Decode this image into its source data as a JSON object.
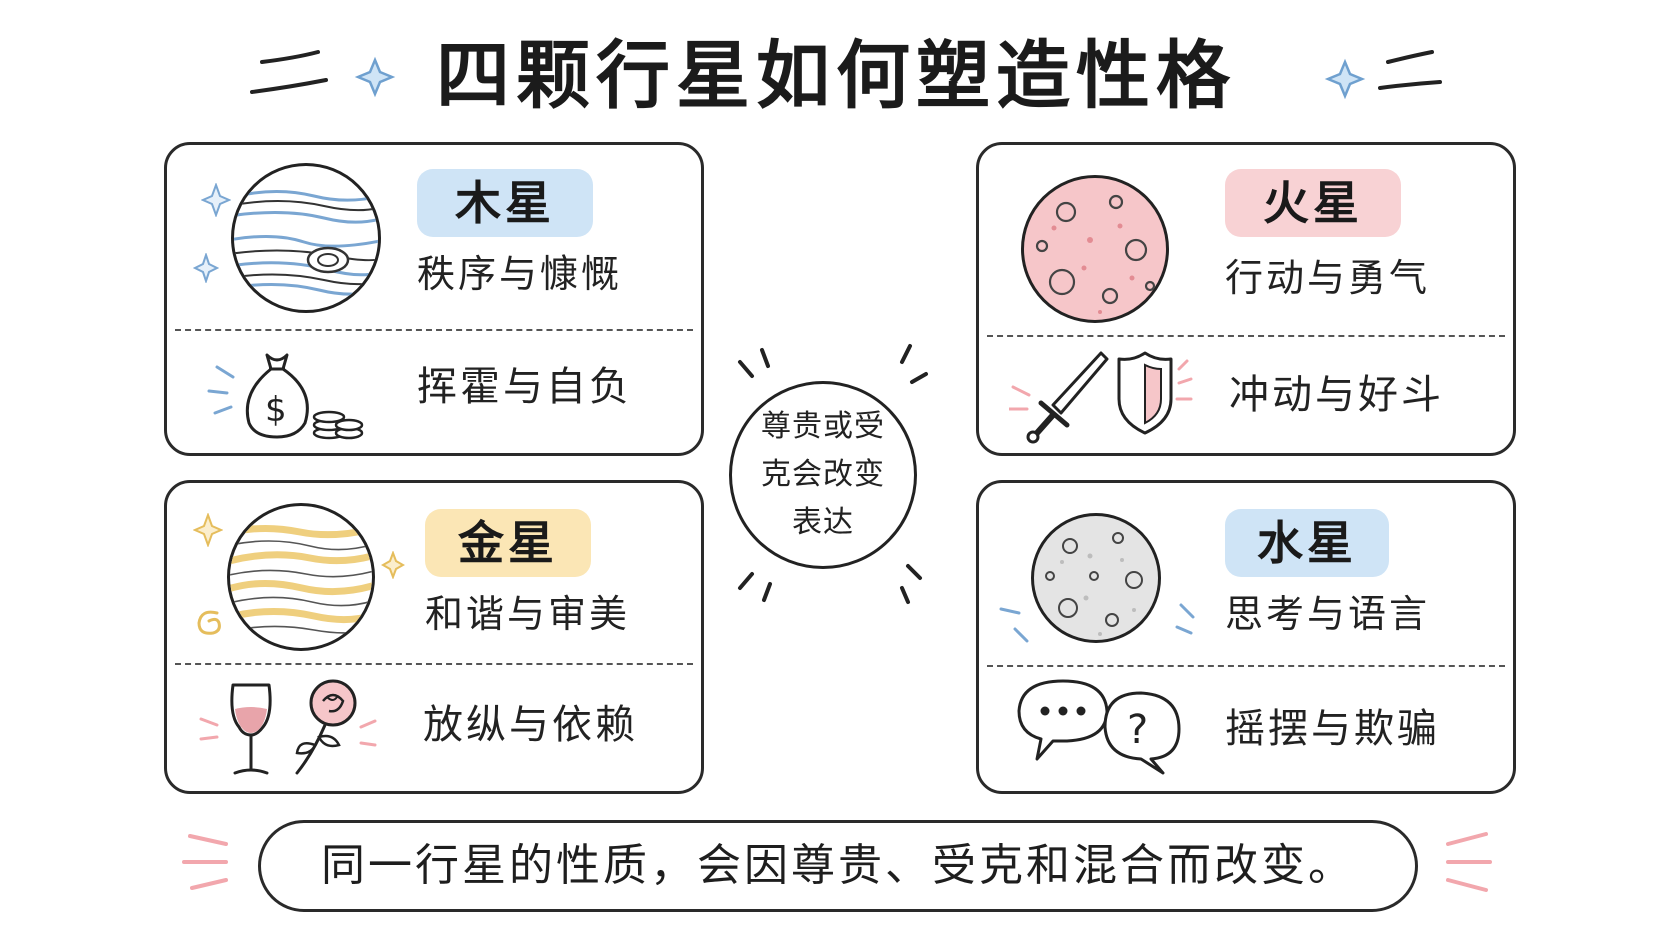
{
  "title": "四颗行星如何塑造性格",
  "center": {
    "text": "尊贵或受克会改变表达"
  },
  "footer": "同一行星的性质，会因尊贵、受克和混合而改变。",
  "cards": {
    "jupiter": {
      "name": "木星",
      "subtitle": "秩序与慷慨",
      "trait": "挥霍与自负",
      "trait_icons": [
        "money-bag-icon",
        "coins-icon"
      ],
      "pill_color": "#cfe4f6",
      "planet_color": "#ffffff",
      "accent": "#8fb6dc"
    },
    "mars": {
      "name": "火星",
      "subtitle": "行动与勇气",
      "trait": "冲动与好斗",
      "trait_icons": [
        "sword-icon",
        "shield-icon"
      ],
      "pill_color": "#f8d2d4",
      "planet_color": "#f6c6c9",
      "accent": "#e89ba0"
    },
    "venus": {
      "name": "金星",
      "subtitle": "和谐与审美",
      "trait": "放纵与依赖",
      "trait_icons": [
        "wine-glass-icon",
        "rose-icon"
      ],
      "pill_color": "#fbe6b5",
      "planet_color": "#ffffff",
      "accent": "#efcf7e"
    },
    "mercury": {
      "name": "水星",
      "subtitle": "思考与语言",
      "trait": "摇摆与欺骗",
      "trait_icons": [
        "speech-bubble-icon",
        "question-bubble-icon"
      ],
      "pill_color": "#cfe4f6",
      "planet_color": "#e4e4e4",
      "accent": "#8fb6dc"
    }
  },
  "colors": {
    "outline": "#2a2a2a",
    "blue_accent": "#8fb6dc",
    "pink_accent": "#f2a7ad",
    "gold_accent": "#efcf7e"
  }
}
